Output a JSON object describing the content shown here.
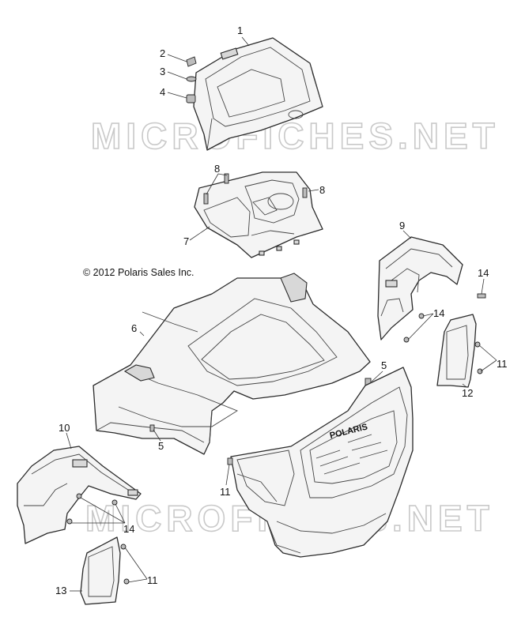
{
  "copyright": "© 2012 Polaris Sales Inc.",
  "watermark": "MICROFICHES.NET",
  "grille_logo": "POLARIS",
  "callouts": {
    "c1": "1",
    "c2": "2",
    "c3": "3",
    "c4": "4",
    "c5a": "5",
    "c5b": "5",
    "c6": "6",
    "c7": "7",
    "c8a": "8",
    "c8b": "8",
    "c9": "9",
    "c10": "10",
    "c11a": "11",
    "c11b": "11",
    "c11c": "11",
    "c12": "12",
    "c13": "13",
    "c14a": "14",
    "c14b": "14",
    "c14c": "14"
  }
}
